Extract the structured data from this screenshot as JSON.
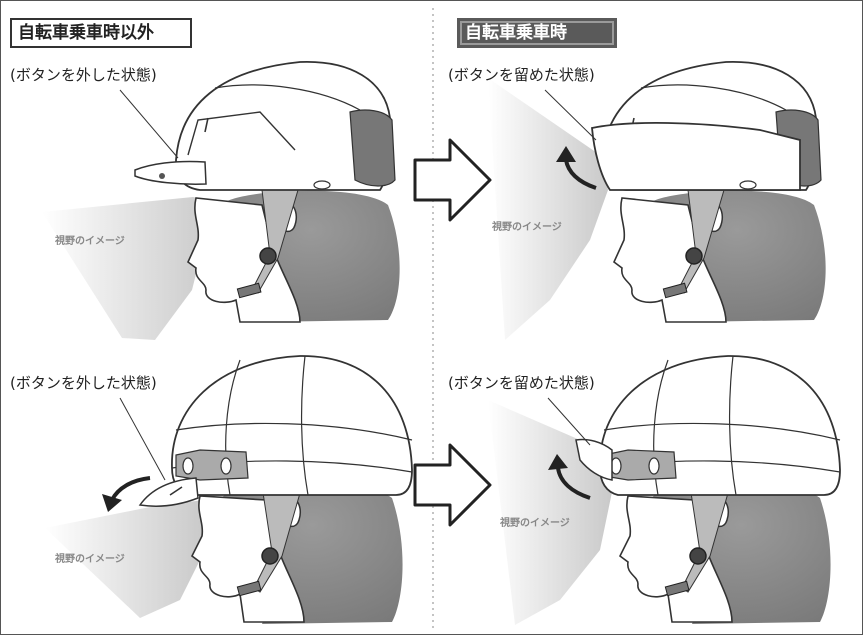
{
  "panel_titles": {
    "left": "自転車乗車時以外",
    "right": "自転車乗車時"
  },
  "captions": {
    "top_left": "(ボタンを外した状態)",
    "top_right": "(ボタンを留めた状態)",
    "bottom_left": "(ボタンを外した状態)",
    "bottom_right": "(ボタンを留めた状態)"
  },
  "view_labels": {
    "top_left": "視野のイメージ",
    "top_right": "視野のイメージ",
    "bottom_left": "視野のイメージ",
    "bottom_right": "視野のイメージ"
  },
  "colors": {
    "dark_label_bg": "#5a5a5a",
    "line": "#333333",
    "view_gradient": "#cfcfcf",
    "hair": "#8a8a8a",
    "strap": "#b8b8b8"
  }
}
